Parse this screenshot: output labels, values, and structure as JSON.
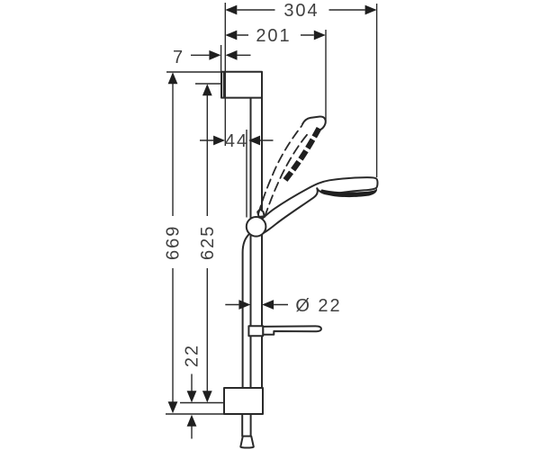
{
  "drawing": {
    "type": "technical-dimension-drawing",
    "subject": "shower slide bar set with hand shower, side view",
    "dimensions": {
      "overall_width": "304",
      "handshower_reach": "201",
      "wall_offset": "7",
      "hose_offset": "44",
      "overall_height": "669",
      "bar_height": "625",
      "bar_diameter": "Ø 22",
      "bottom_offset": "22"
    },
    "colors": {
      "background": "#ffffff",
      "line": "#2a2a2a",
      "dark": "#1f1f1f",
      "text": "#404040",
      "fill": "#ffffff"
    }
  }
}
